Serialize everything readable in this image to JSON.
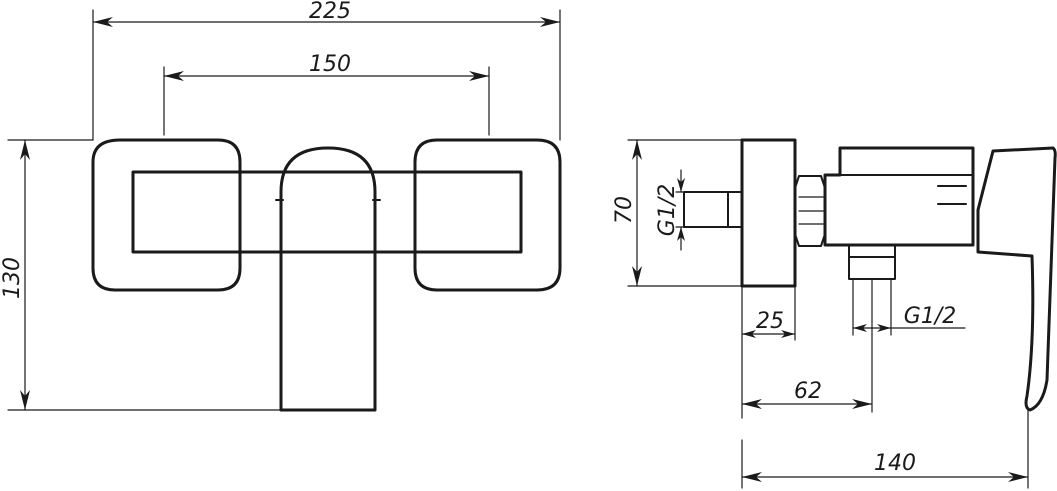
{
  "front_view": {
    "dim_overall_width": "225",
    "dim_center_distance": "150",
    "dim_height": "130"
  },
  "side_view": {
    "dim_body_height": "70",
    "dim_inlet_thread": "G1/2",
    "dim_wall_flange": "25",
    "dim_outlet_thread": "G1/2",
    "dim_outlet_offset": "62",
    "dim_overall_depth": "140"
  },
  "colors": {
    "line": "#1a1a1a",
    "background": "#ffffff"
  }
}
